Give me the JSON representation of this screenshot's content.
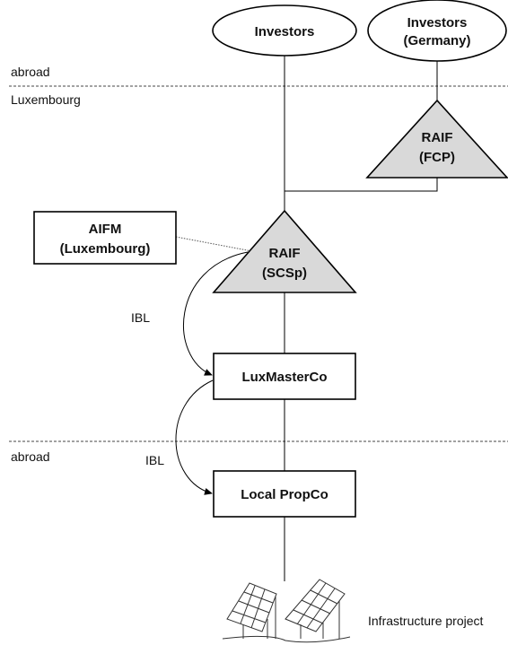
{
  "regions": {
    "top_abroad": "abroad",
    "luxembourg": "Luxembourg",
    "bottom_abroad": "abroad"
  },
  "nodes": {
    "investors": {
      "line1": "Investors"
    },
    "investors_germany": {
      "line1": "Investors",
      "line2": "(Germany)"
    },
    "raif_fcp": {
      "line1": "RAIF",
      "line2": "(FCP)"
    },
    "aifm": {
      "line1": "AIFM",
      "line2": "(Luxembourg)"
    },
    "raif_scsp": {
      "line1": "RAIF",
      "line2": "(SCSp)"
    },
    "luxmasterco": {
      "line1": "LuxMasterCo"
    },
    "local_propco": {
      "line1": "Local PropCo"
    }
  },
  "edge_labels": {
    "ibl_upper": "IBL",
    "ibl_lower": "IBL"
  },
  "project": {
    "label": "Infrastructure project",
    "icon": "solar-panels-icon"
  },
  "colors": {
    "triangle_fill": "#d9d9d9"
  }
}
